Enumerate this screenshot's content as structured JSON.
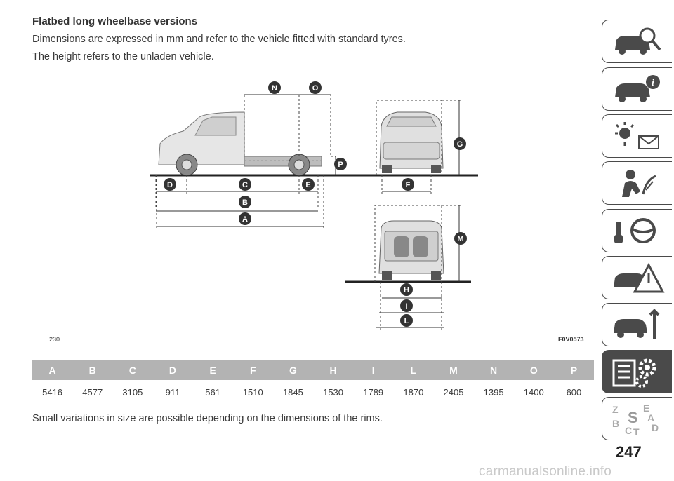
{
  "heading": "Flatbed long wheelbase versions",
  "intro": [
    "Dimensions are expressed in mm and refer to the vehicle fitted with standard tyres.",
    "The height refers to the unladen vehicle."
  ],
  "figure": {
    "number": "230",
    "code": "F0V0573",
    "dimension_letters": [
      "N",
      "O",
      "P",
      "G",
      "D",
      "C",
      "E",
      "F",
      "B",
      "A",
      "M",
      "H",
      "I",
      "L"
    ]
  },
  "dimensions_table": {
    "headers": [
      "A",
      "B",
      "C",
      "D",
      "E",
      "F",
      "G",
      "H",
      "I",
      "L",
      "M",
      "N",
      "O",
      "P"
    ],
    "values": [
      "5416",
      "4577",
      "3105",
      "911",
      "561",
      "1510",
      "1845",
      "1530",
      "1789",
      "1870",
      "2405",
      "1395",
      "1400",
      "600"
    ]
  },
  "note": "Small variations in size are possible depending on the dimensions of the rims.",
  "sidebar_tabs": [
    {
      "icon": "car-search-icon",
      "active": false
    },
    {
      "icon": "car-info-icon",
      "active": false
    },
    {
      "icon": "warning-lights-icon",
      "active": false
    },
    {
      "icon": "safety-airbag-icon",
      "active": false
    },
    {
      "icon": "steering-key-icon",
      "active": false
    },
    {
      "icon": "emergency-triangle-icon",
      "active": false
    },
    {
      "icon": "car-maintenance-icon",
      "active": false
    },
    {
      "icon": "technical-data-icon",
      "active": true
    },
    {
      "icon": "index-icon",
      "active": false
    }
  ],
  "page_number": "247",
  "watermark": "carmanualsonline.info",
  "colors": {
    "table_header_bg": "#b3b3b3",
    "accent_dark": "#4a4a4a",
    "body_text": "#3a3a3a"
  }
}
